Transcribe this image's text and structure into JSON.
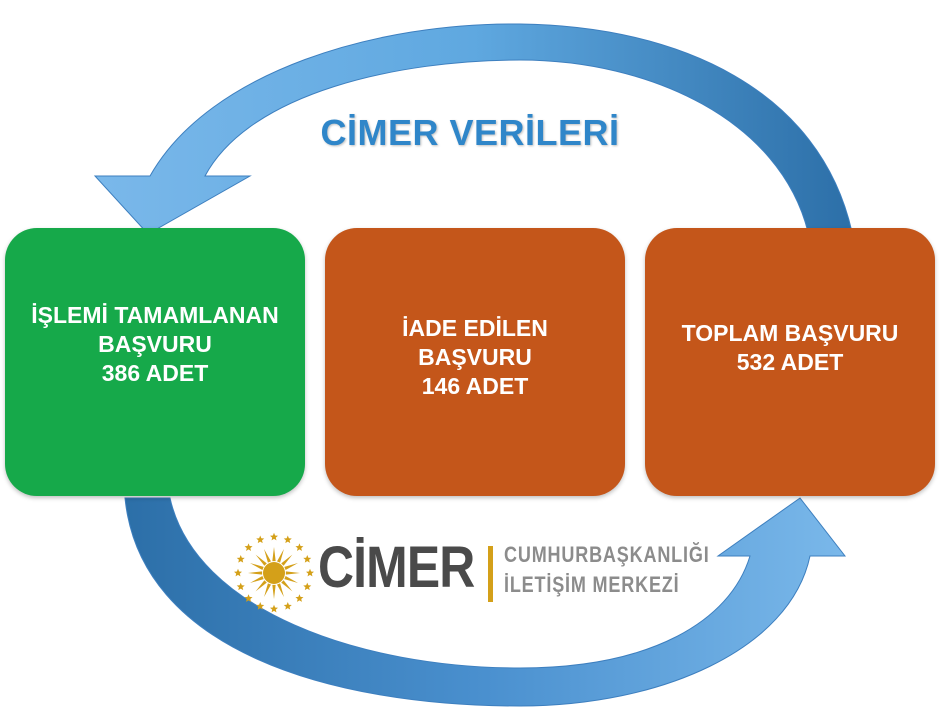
{
  "title": "CİMER VERİLERİ",
  "boxes": [
    {
      "lines": [
        "İŞLEMİ TAMAMLANAN",
        "BAŞVURU",
        "386 ADET"
      ]
    },
    {
      "lines": [
        "İADE EDİLEN",
        "BAŞVURU",
        "146 ADET"
      ]
    },
    {
      "lines": [
        "TOPLAM BAŞVURU",
        "532 ADET"
      ]
    }
  ],
  "logo": {
    "word": "CİMER",
    "tagline_line1": "CUMHURBAŞKANLIĞI",
    "tagline_line2": "İLETİŞİM MERKEZİ"
  },
  "colors": {
    "title": "#2f86c9",
    "box_green": "#16a94a",
    "box_orange": "#c4561a",
    "arrow_light": "#5fa8e0",
    "arrow_dark": "#2c6fa8",
    "logo_text": "#4a4a4a",
    "logo_tagline": "#8c8c8c",
    "logo_accent": "#d4a019"
  }
}
